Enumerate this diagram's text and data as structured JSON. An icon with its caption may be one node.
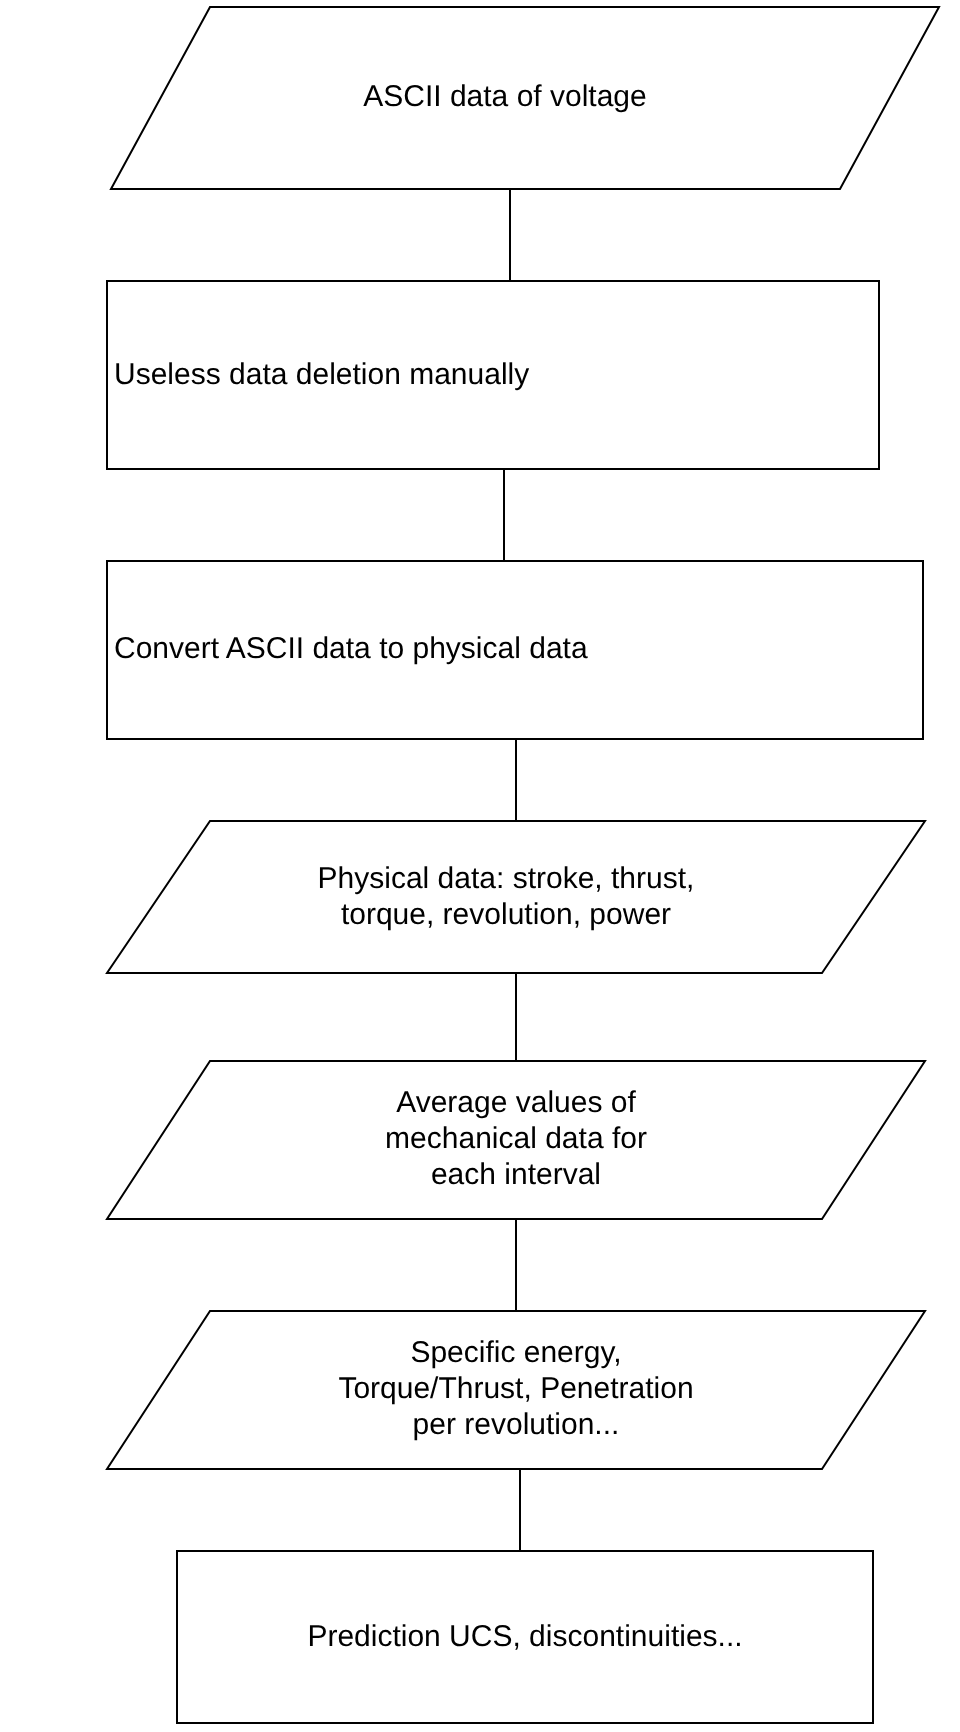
{
  "diagram": {
    "nodes": [
      {
        "text": [
          "ASCII data of voltage"
        ]
      },
      {
        "text": [
          "Useless data deletion manually"
        ]
      },
      {
        "text": [
          "Convert ASCII data to physical data"
        ]
      },
      {
        "text": [
          "Physical data: stroke, thrust, torque, revolution, power"
        ]
      },
      {
        "text": [
          "Average values of mechanical data for each interval"
        ]
      },
      {
        "text": [
          "Specific energy, Torque/Thrust, Penetration per revolution..."
        ]
      },
      {
        "text": [
          "Prediction UCS, discontinuities..."
        ]
      }
    ],
    "edges": [
      {
        "from": 0,
        "to": 1,
        "arrow": "none"
      },
      {
        "from": 1,
        "to": 2,
        "arrow": "none"
      },
      {
        "from": 2,
        "to": 3,
        "arrow": "none"
      },
      {
        "from": 3,
        "to": 4,
        "arrow": "none"
      },
      {
        "from": 4,
        "to": 5,
        "arrow": "none"
      },
      {
        "from": 5,
        "to": 6,
        "arrow": "none"
      }
    ]
  }
}
